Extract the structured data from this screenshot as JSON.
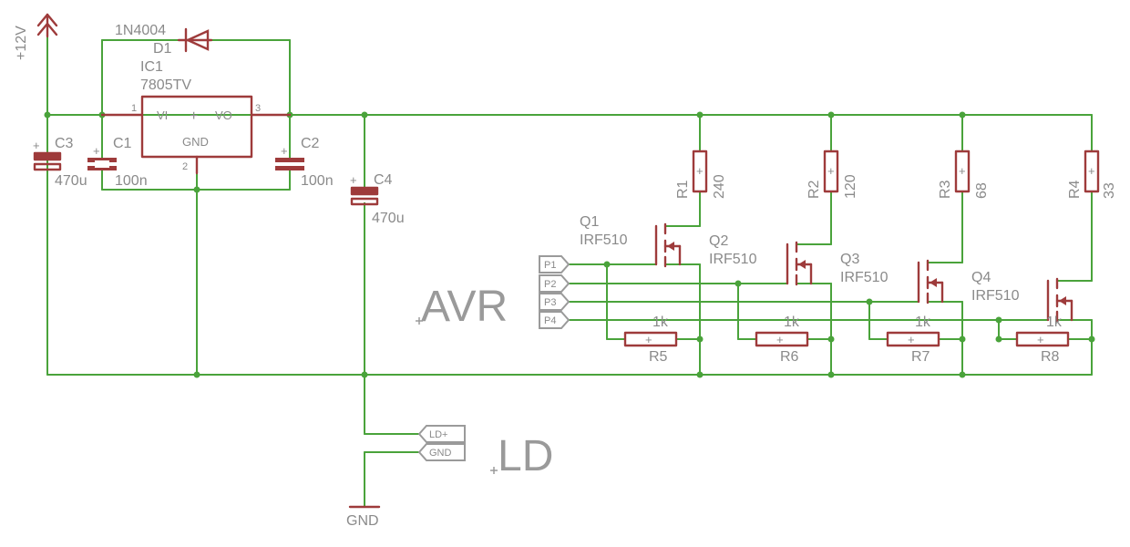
{
  "supply": {
    "label": "+12V"
  },
  "ground": {
    "label": "GND"
  },
  "regulator": {
    "name": "IC1",
    "value": "7805TV",
    "pin_vi": "VI",
    "pin_vo": "VO",
    "pin_gnd": "GND",
    "pin_plus": "+",
    "pin1": "1",
    "pin2": "2",
    "pin3": "3"
  },
  "diode": {
    "name": "D1",
    "value": "1N4004"
  },
  "capacitors": [
    {
      "name": "C3",
      "value": "470u"
    },
    {
      "name": "C1",
      "value": "100n"
    },
    {
      "name": "C2",
      "value": "100n"
    },
    {
      "name": "C4",
      "value": "470u"
    }
  ],
  "resistors_top": [
    {
      "name": "R1",
      "value": "240"
    },
    {
      "name": "R2",
      "value": "120"
    },
    {
      "name": "R3",
      "value": "68"
    },
    {
      "name": "R4",
      "value": "33"
    }
  ],
  "resistors_bottom": [
    {
      "name": "R5",
      "value": "1k"
    },
    {
      "name": "R6",
      "value": "1k"
    },
    {
      "name": "R7",
      "value": "1k"
    },
    {
      "name": "R8",
      "value": "1k"
    }
  ],
  "mosfets": [
    {
      "name": "Q1",
      "value": "IRF510"
    },
    {
      "name": "Q2",
      "value": "IRF510"
    },
    {
      "name": "Q3",
      "value": "IRF510"
    },
    {
      "name": "Q4",
      "value": "IRF510"
    }
  ],
  "avr": {
    "label": "AVR",
    "pins": [
      "P1",
      "P2",
      "P3",
      "P4"
    ]
  },
  "ld": {
    "label": "LD",
    "pins": [
      "LD+",
      "GND"
    ]
  },
  "plus_sign": "+"
}
